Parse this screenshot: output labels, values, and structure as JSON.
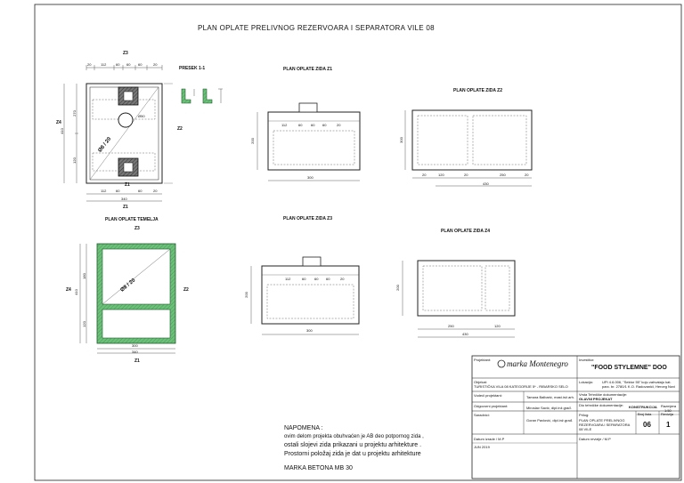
{
  "sheet_title": "PLAN OPLATE PRELIVNOG REZERVOARA I SEPARATORA VILE 08",
  "section_title": "PRESEK 1-1",
  "wall_titles": {
    "z1": "PLAN OPLATE ZIDA Z1",
    "z2": "PLAN OPLATE ZIDA Z2",
    "z3": "PLAN OPLATE ZIDA Z3",
    "z4": "PLAN OPLATE ZIDA Z4"
  },
  "foundation_title": "PLAN OPLATE TEMELJA",
  "top_plan": {
    "wall_labels": {
      "top": "Z3",
      "left": "Z4",
      "right": "Z2",
      "bottom": "Z1"
    },
    "top_dims": [
      "20",
      "112",
      "60",
      "60",
      "60",
      "20"
    ],
    "bottom_dims": [
      "112",
      "60",
      "60",
      "20"
    ],
    "total_width": "340",
    "left_dims": [
      "410",
      "270",
      "120"
    ],
    "rebar": "Ø8 / 20",
    "inner": "Ø50",
    "z1_inside": "Z1"
  },
  "foundation_plan": {
    "wall_labels": {
      "top": "Z3",
      "left": "Z4",
      "right": "Z2",
      "bottom": "Z1"
    },
    "rebar": "Ø8 / 20",
    "dims": [
      "300",
      "340"
    ],
    "left_dims": [
      "410",
      "180",
      "120"
    ]
  },
  "wall_z1": {
    "dims": [
      "112",
      "60",
      "60",
      "60",
      "20"
    ],
    "total": "300",
    "height": "200"
  },
  "wall_z2": {
    "dims": [
      "20",
      "120",
      "20",
      "250",
      "20"
    ],
    "total": "430",
    "height": "300"
  },
  "wall_z3": {
    "dims": [
      "112",
      "60",
      "60",
      "60",
      "20"
    ],
    "total": "300",
    "height": "200"
  },
  "wall_z4": {
    "dims": [
      "250",
      "120"
    ],
    "total": "430",
    "height": "200"
  },
  "note": {
    "heading": "NAPOMENA :",
    "line1": "ovim delom projekta obuhvaćen je AB deo potpornog zida ,",
    "line2": "ostali slojevi zida prikazani u projektu arhitekture .",
    "line3": "Prostorni položaj zida je dat u projektu arhitekture",
    "concrete": "MARKA BETONA  MB 30"
  },
  "title_block": {
    "projektant_label": "Projektant:",
    "logo_text": "marka Montenegro",
    "investitor_label": "Investitor:",
    "investitor": "\"FOOD STYLEMNE\" DOO",
    "objekat_label": "Objekat:",
    "objekat": "TURISTIČKA VILA 08 KATEGORIJE 5* - RIBARSKO SELO",
    "lokacija_label": "Lokacija:",
    "lokacija": "UPI 4.6.006, \"Sektor 55\" koju zahvataju kat. parc. br. 2780/1 K.O. Radovanići, Herceg Novi",
    "odgovorni_label": "Vrsta Tehničke dokumentacije:",
    "odgovorni": "GLAVNI PROJEKAT",
    "vodeci_label": "Vodeći projektant:",
    "vodeci": "Tamara Balbarić, mast.inž.arh.",
    "dio_label": "Dio tehničke dokumentacije:",
    "dio": "KONSTRUKCIJA",
    "odg_label": "Odgovorni projektant:",
    "odg": "Miroslav Savić, dipl.inž.građ.",
    "saradnik_label": "Saradnici:",
    "saradnik": "Goran Pavlović, dipl.inž.građ.",
    "prilog_label": "Prilog:",
    "prilog": "PLAN OPLATE PRELIVNOG REZERVOARA I SEPARATORA 08 VILE",
    "list_label": "Broj lista",
    "list": "06",
    "razmera_label": "Razmjera",
    "razmera": "1:50",
    "rev_label": "Revizija",
    "rev": "1",
    "datum_label": "Datum izrade / M.P",
    "datum": "JUN 2019",
    "datum_rev_label": "Datum revizije / M.P"
  }
}
